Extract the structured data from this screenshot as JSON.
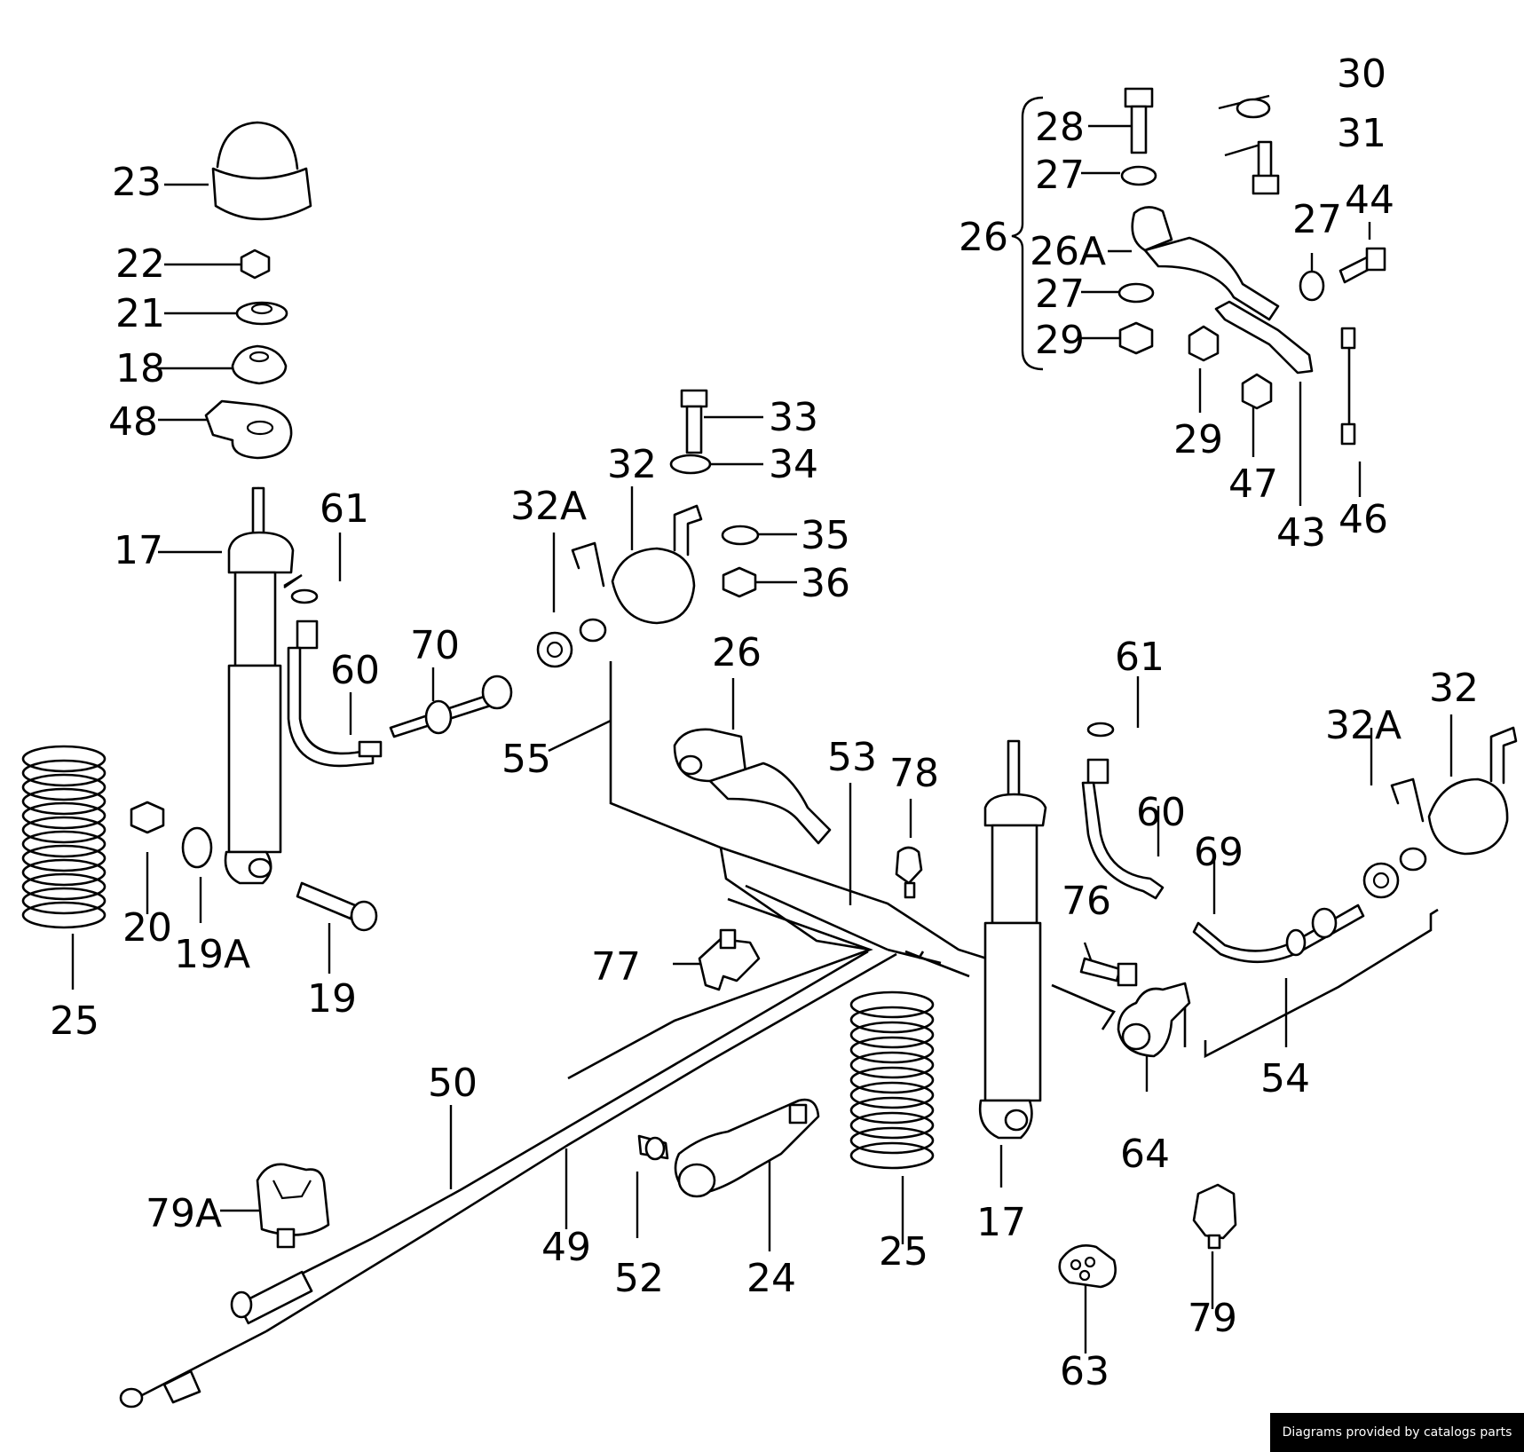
{
  "diagram": {
    "callouts": {
      "c23": "23",
      "c22": "22",
      "c21": "21",
      "c18": "18",
      "c48": "48",
      "c17a": "17",
      "c61a": "61",
      "c60a": "60",
      "c70": "70",
      "c32Aa": "32A",
      "c32a": "32",
      "c33": "33",
      "c34": "34",
      "c35": "35",
      "c36": "36",
      "c55": "55",
      "c26b": "26",
      "c53": "53",
      "c78": "78",
      "c25a": "25",
      "c20": "20",
      "c19A": "19A",
      "c19": "19",
      "c28": "28",
      "c27a": "27",
      "c26": "26",
      "c26A": "26A",
      "c27b": "27",
      "c29a": "29",
      "c30": "30",
      "c31": "31",
      "c27c": "27",
      "c44": "44",
      "c29b": "29",
      "c47": "47",
      "c43": "43",
      "c46": "46",
      "c61b": "61",
      "c60b": "60",
      "c69": "69",
      "c32Ab": "32A",
      "c32b": "32",
      "c76": "76",
      "c77": "77",
      "c64": "64",
      "c54": "54",
      "c50": "50",
      "c79A": "79A",
      "c49": "49",
      "c52": "52",
      "c24": "24",
      "c25b": "25",
      "c17b": "17",
      "c79": "79",
      "c63": "63"
    }
  },
  "footer": {
    "credit": "Diagrams provided by catalogs parts"
  }
}
